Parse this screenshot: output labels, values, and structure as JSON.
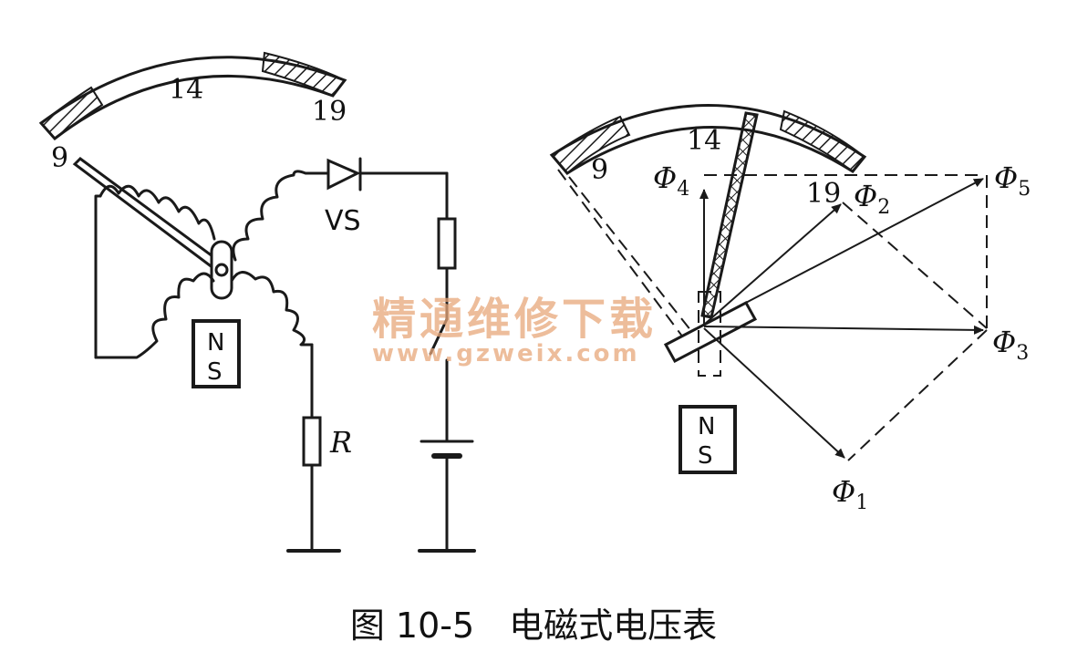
{
  "caption": "图 10-5　电磁式电压表",
  "watermark": {
    "cn": "精通维修下载",
    "url": "www.gzweix.com"
  },
  "left": {
    "scale": [
      "9",
      "14",
      "19"
    ],
    "diode_label": "VS",
    "resistor_label": "R",
    "magnet": [
      "N",
      "S"
    ]
  },
  "right": {
    "scale": [
      "9",
      "14",
      "19"
    ],
    "magnet": [
      "N",
      "S"
    ],
    "flux": {
      "symbol": "Φ",
      "subs": [
        "1",
        "2",
        "3",
        "4",
        "5"
      ]
    }
  }
}
